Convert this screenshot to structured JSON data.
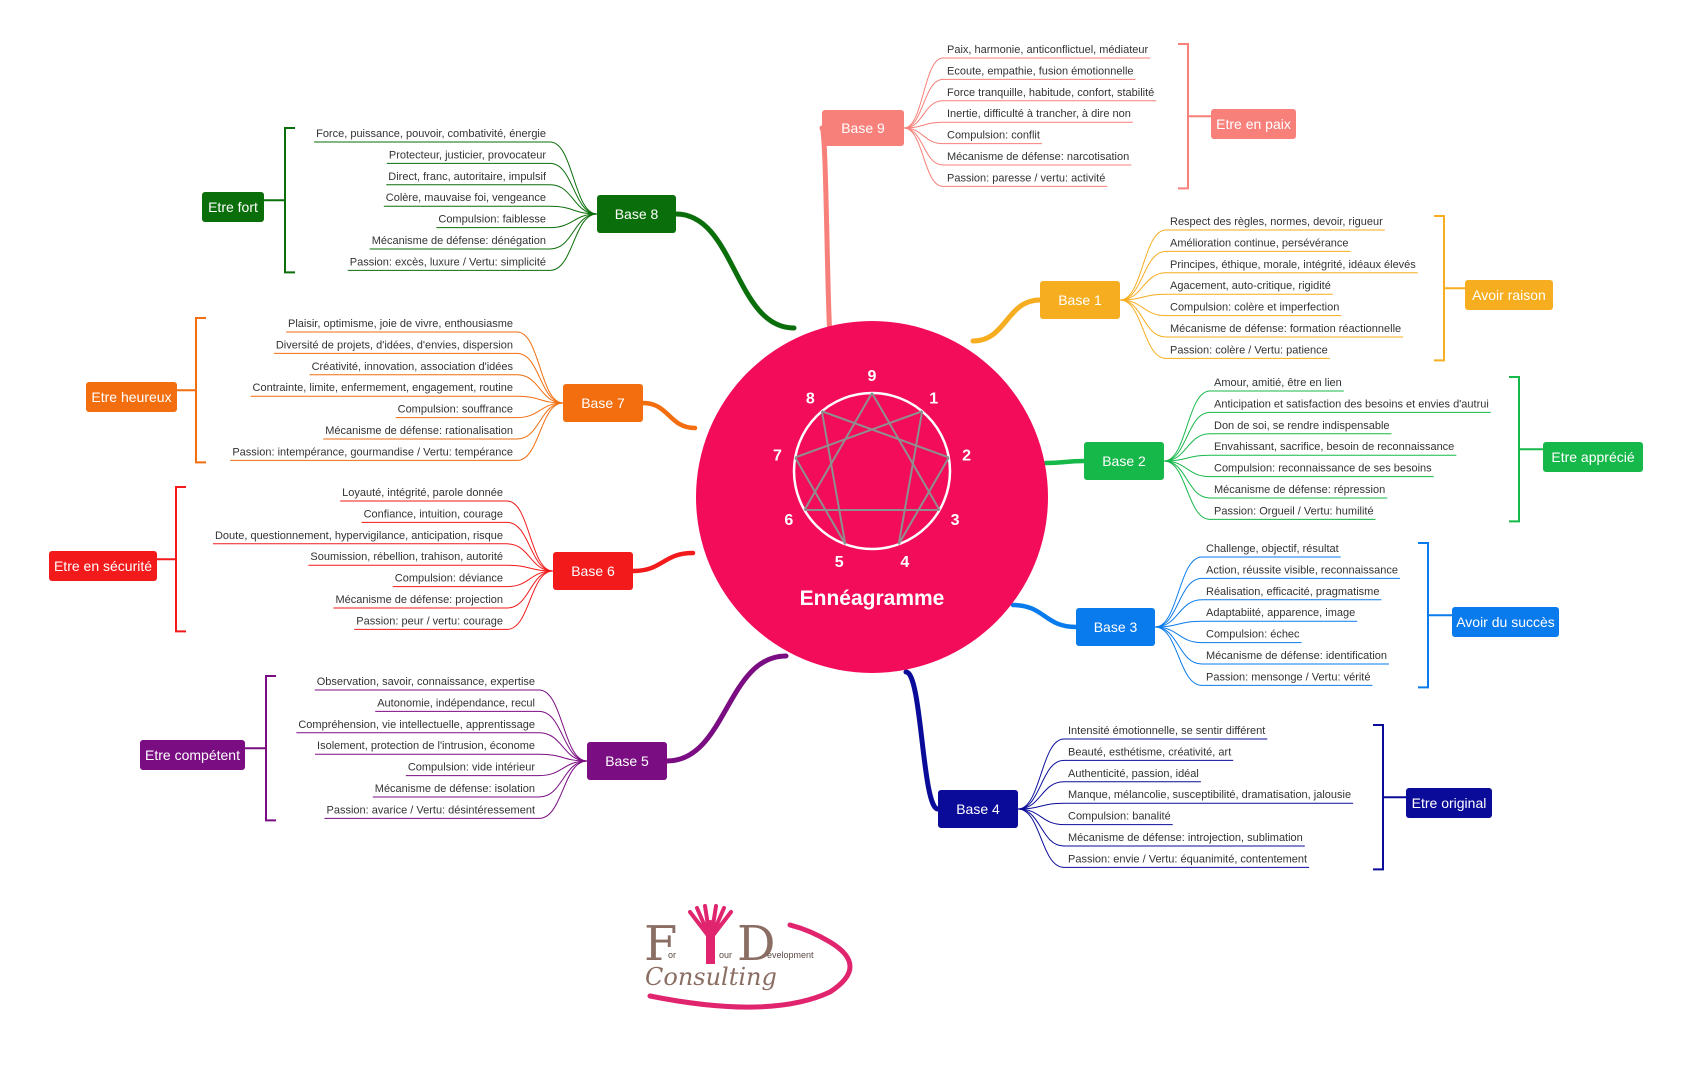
{
  "center": {
    "title": "Ennéagramme",
    "color": "#f20c59",
    "numbers": [
      "9",
      "1",
      "2",
      "3",
      "4",
      "5",
      "6",
      "7",
      "8"
    ]
  },
  "bases": [
    {
      "id": "b9",
      "label": "Base 9",
      "color": "#f7807a",
      "traits": [
        "Paix, harmonie, anticonflictuel, médiateur",
        "Ecoute, empathie, fusion émotionnelle",
        "Force tranquille, habitude, confort, stabilité",
        "Inertie, difficulté à trancher, à dire non",
        "Compulsion: conflit",
        "Mécanisme de défense: narcotisation",
        "Passion: paresse / vertu: activité"
      ],
      "goal": "Etre en paix"
    },
    {
      "id": "b1",
      "label": "Base 1",
      "color": "#f6ad1f",
      "traits": [
        "Respect des règles, normes, devoir, rigueur",
        "Amélioration continue, persévérance",
        "Principes, éthique, morale, intégrité, idéaux élevés",
        "Agacement, auto-critique, rigidité",
        "Compulsion: colère et imperfection",
        "Mécanisme de défense: formation réactionnelle",
        "Passion: colère /  Vertu: patience"
      ],
      "goal": "Avoir raison"
    },
    {
      "id": "b2",
      "label": "Base 2",
      "color": "#16b84a",
      "traits": [
        "Amour, amitié, être en lien",
        "Anticipation et satisfaction des besoins et envies d'autrui",
        "Don de soi, se rendre indispensable",
        "Envahissant, sacrifice, besoin de reconnaissance",
        "Compulsion: reconnaissance de ses besoins",
        "Mécanisme de défense: répression",
        "Passion: Orgueil / Vertu: humilité"
      ],
      "goal": "Etre apprécié"
    },
    {
      "id": "b3",
      "label": "Base 3",
      "color": "#0a7bec",
      "traits": [
        "Challenge, objectif, résultat",
        "Action, réussite visible, reconnaissance",
        "Réalisation, efficacité, pragmatisme",
        "Adaptabiité, apparence, image",
        "Compulsion: échec",
        "Mécanisme de défense: identification",
        "Passion: mensonge / Vertu: vérité"
      ],
      "goal": "Avoir du succès"
    },
    {
      "id": "b4",
      "label": "Base 4",
      "color": "#0b0b9a",
      "traits": [
        "Intensité émotionnelle, se sentir différent",
        "Beauté, esthétisme, créativité, art",
        "Authenticité, passion, idéal",
        "Manque, mélancolie, susceptibilité, dramatisation, jalousie",
        "Compulsion: banalité",
        "Mécanisme de défense: introjection, sublimation",
        "Passion: envie / Vertu: équanimité, contentement"
      ],
      "goal": "Etre original"
    },
    {
      "id": "b5",
      "label": "Base 5",
      "color": "#7a0d82",
      "traits": [
        "Observation, savoir, connaissance, expertise",
        "Autonomie, indépendance, recul",
        "Compréhension, vie intellectuelle, apprentissage",
        "Isolement, protection de l'intrusion, économe",
        "Compulsion: vide intérieur",
        "Mécanisme de défense: isolation",
        "Passion: avarice / Vertu: désintéressement"
      ],
      "goal": "Etre compétent"
    },
    {
      "id": "b6",
      "label": "Base 6",
      "color": "#f21a1a",
      "traits": [
        "Loyauté, intégrité, parole donnée",
        "Confiance, intuition, courage",
        "Doute, questionnement, hypervigilance, anticipation, risque",
        "Soumission, rébellion, trahison, autorité",
        "Compulsion: déviance",
        "Mécanisme de défense: projection",
        "Passion: peur / vertu: courage"
      ],
      "goal": "Etre en sécurité"
    },
    {
      "id": "b7",
      "label": "Base 7",
      "color": "#f26e0f",
      "traits": [
        "Plaisir, optimisme, joie de vivre, enthousiasme",
        "Diversité de projets, d'idées, d'envies, dispersion",
        "Créativité, innovation, association d'idées",
        "Contrainte, limite, enfermement, engagement, routine",
        "Compulsion: souffrance",
        "Mécanisme de défense: rationalisation",
        "Passion: intempérance, gourmandise / Vertu: tempérance"
      ],
      "goal": "Etre heureux"
    },
    {
      "id": "b8",
      "label": "Base 8",
      "color": "#0a6e0a",
      "traits": [
        "Force, puissance, pouvoir, combativité, énergie",
        "Protecteur, justicier, provocateur",
        "Direct, franc, autoritaire, impulsif",
        "Colère, mauvaise foi, vengeance",
        "Compulsion: faiblesse",
        "Mécanisme de défense: dénégation",
        "Passion: excès, luxure / Vertu: simplicité"
      ],
      "goal": "Etre fort"
    }
  ],
  "logo": {
    "letters": [
      "F",
      "Y",
      "D"
    ],
    "small": [
      "or",
      "our",
      "evelopment"
    ],
    "word": "Consulting",
    "color_brown": "#8a6e64",
    "color_pink": "#e0246e"
  }
}
